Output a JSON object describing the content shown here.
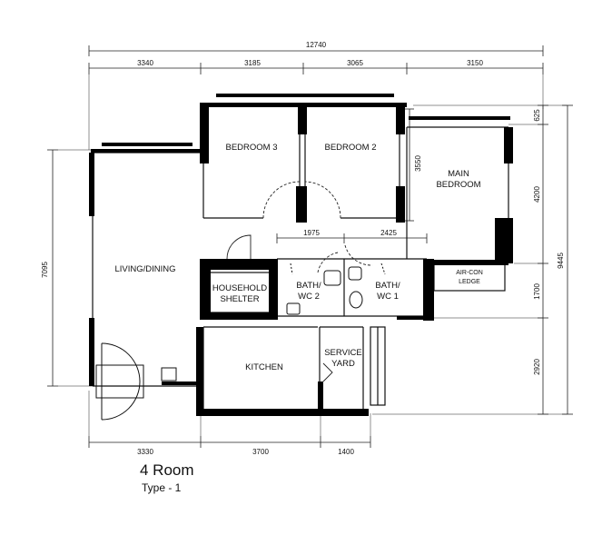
{
  "plan": {
    "title": "4 Room",
    "subtitle": "Type - 1"
  },
  "rooms": {
    "bedroom3": "BEDROOM 3",
    "bedroom2": "BEDROOM 2",
    "main_bedroom_line1": "MAIN",
    "main_bedroom_line2": "BEDROOM",
    "living_dining": "LIVING/DINING",
    "household_shelter_line1": "HOUSEHOLD",
    "household_shelter_line2": "SHELTER",
    "bath2_line1": "BATH/",
    "bath2_line2": "WC 2",
    "bath1_line1": "BATH/",
    "bath1_line2": "WC 1",
    "aircon_line1": "AIR-CON",
    "aircon_line2": "LEDGE",
    "kitchen": "KITCHEN",
    "service_yard_line1": "SERVICE",
    "service_yard_line2": "YARD"
  },
  "dimensions": {
    "top_total": "12740",
    "top_1": "3340",
    "top_2": "3185",
    "top_3": "3065",
    "top_4": "3150",
    "bottom_1": "3330",
    "bottom_2": "3700",
    "bottom_3": "1400",
    "left_1": "7095",
    "right_total": "9445",
    "right_1": "625",
    "right_2": "4200",
    "right_3": "1700",
    "right_4": "2920",
    "inner_bedroom_depth": "3550",
    "inner_bath2_width": "1975",
    "inner_bath1_width": "2425"
  }
}
